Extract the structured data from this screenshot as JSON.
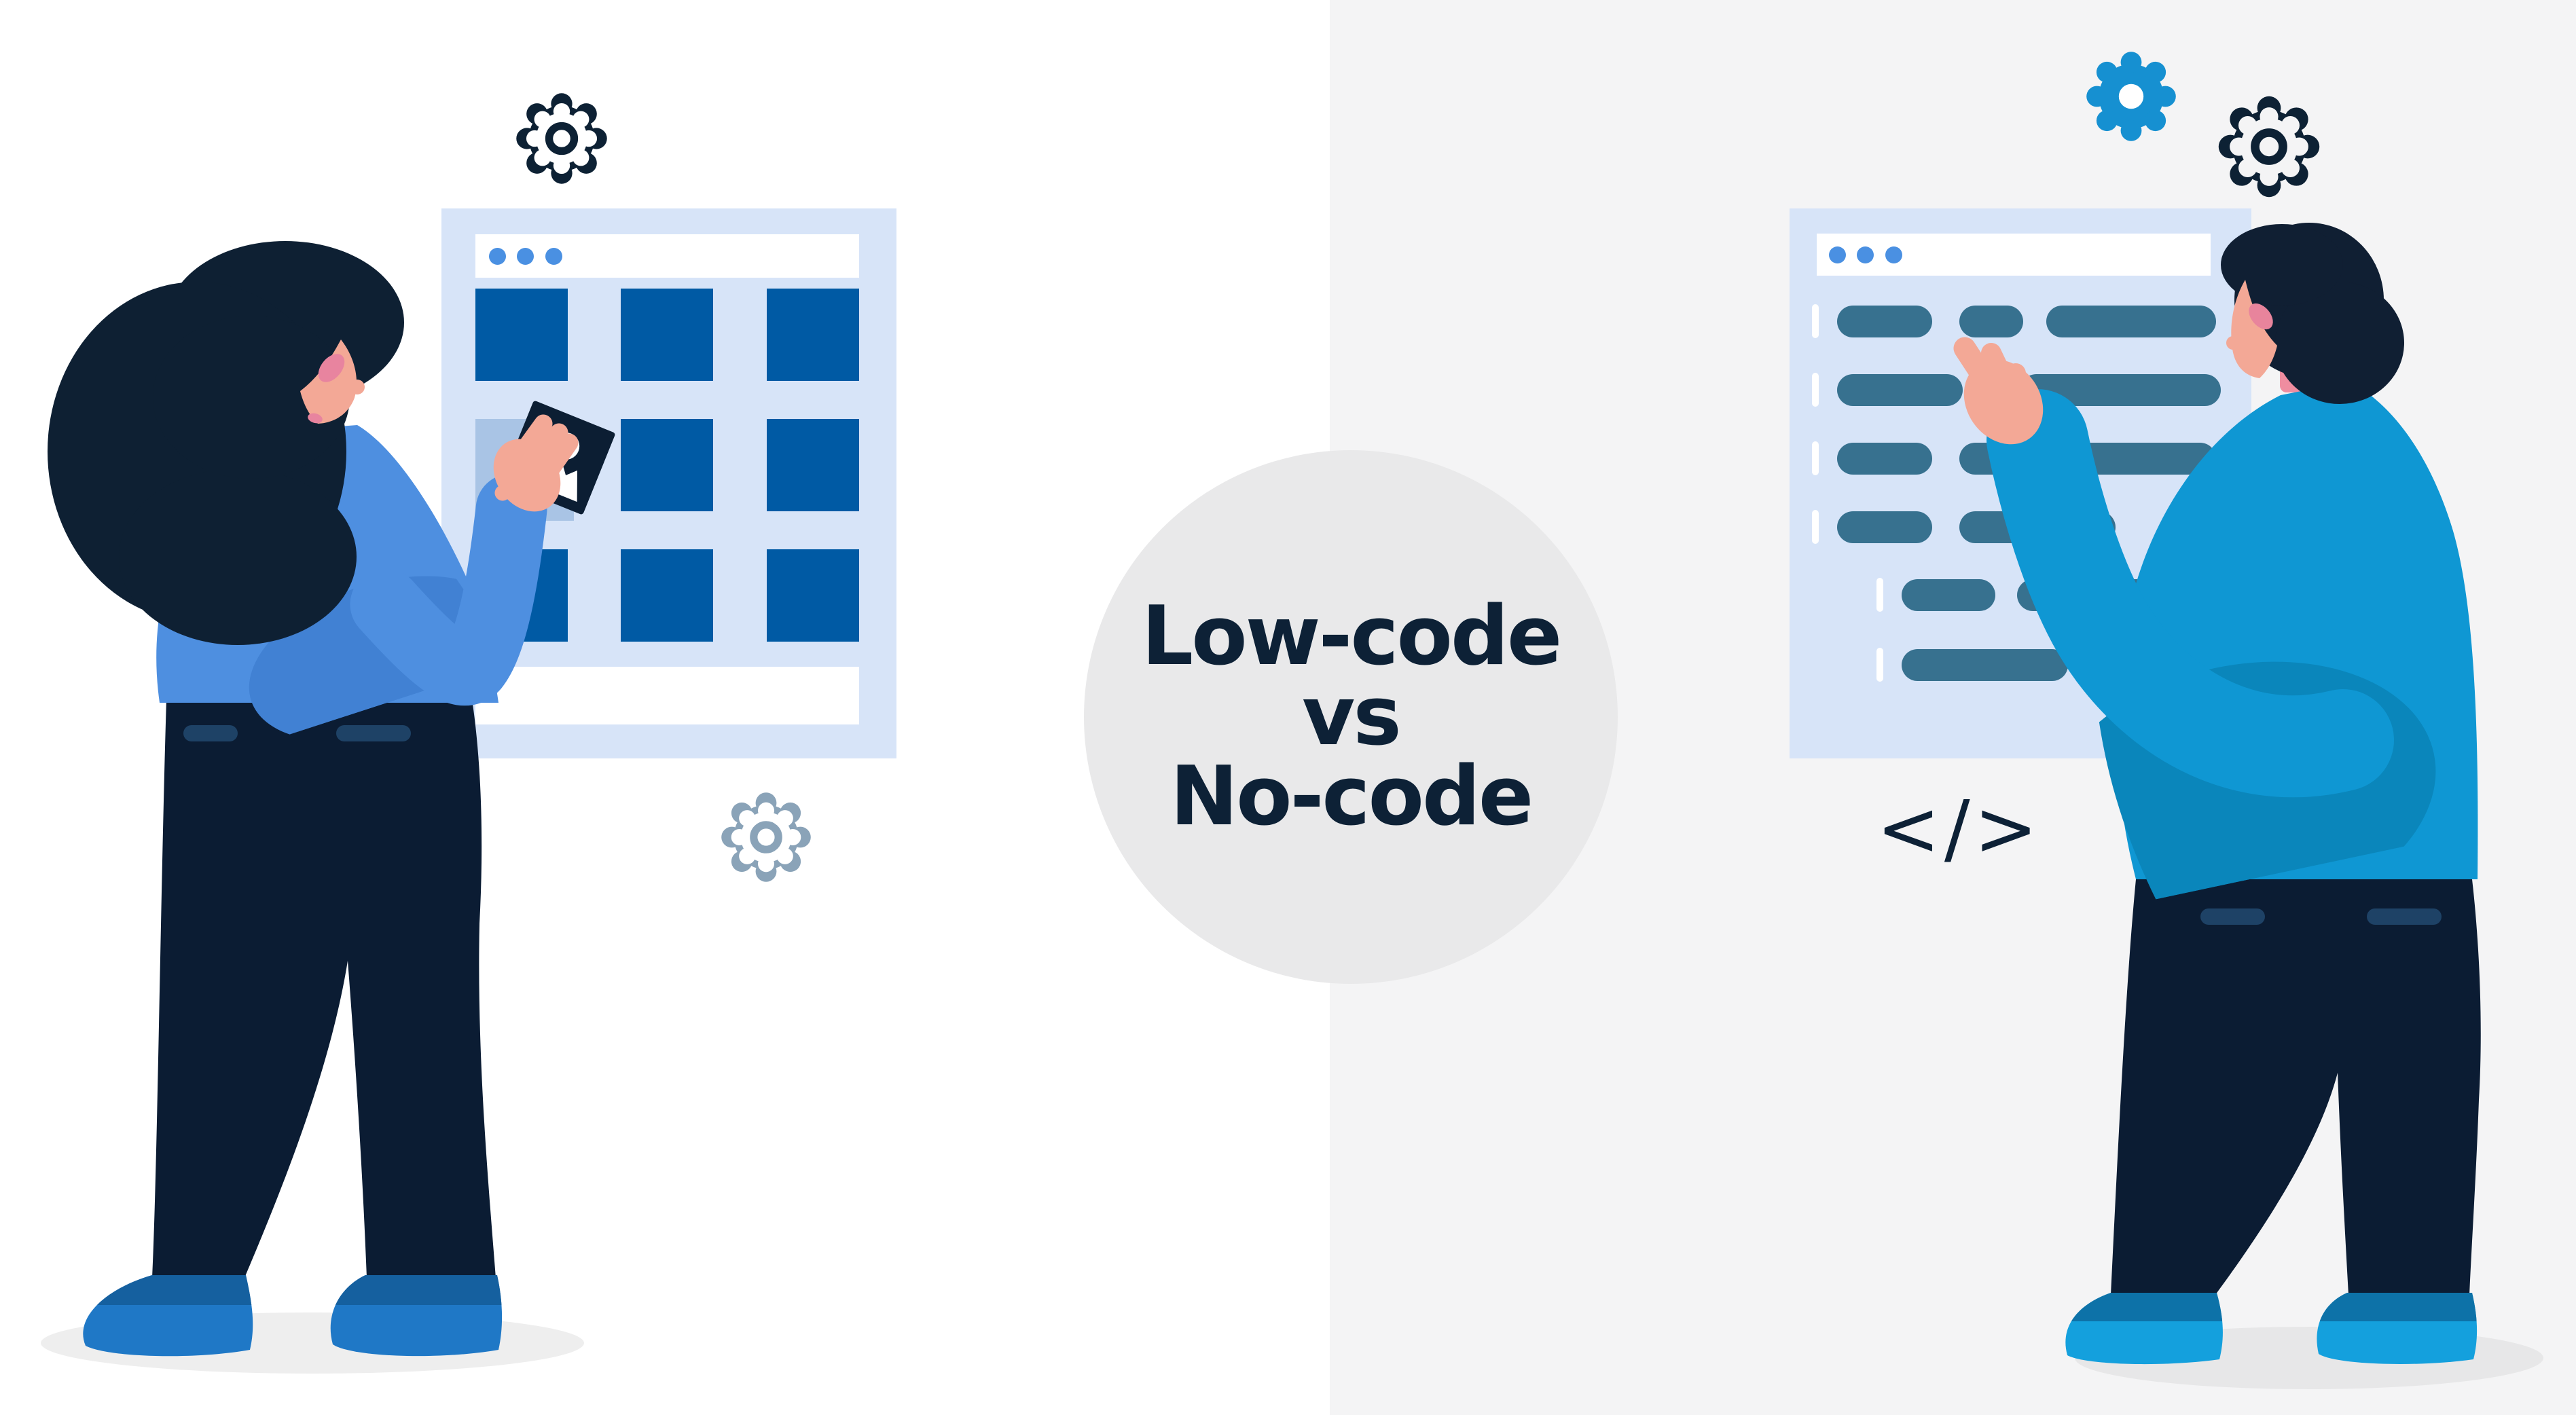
{
  "title": {
    "line1": "Low-code",
    "line2": "vs",
    "line3": "No-code"
  },
  "right_scene": {
    "code_tag": "</>"
  },
  "icons": [
    "gear-outline-icon",
    "gear-filled-icon",
    "window-dots-icon",
    "image-tile-icon",
    "code-tag-icon"
  ],
  "colors": {
    "left_background": "#ffffff",
    "right_background": "#f4f4f5",
    "divider_circle": "#e9e9ea",
    "heading_text": "#0d2136",
    "window_background": "#d7e4f8",
    "window_titlebar": "#ffffff",
    "window_dot": "#4a90e2",
    "grid_square": "#005aa4",
    "grid_square_highlight": "#a9c4e5",
    "code_pill": "#37718f",
    "gear_filled": "#1690d1",
    "gear_outline_dark": "#0d2134",
    "gear_outline_steel": "#8aa3b8",
    "woman_sweater": "#4e8fe0",
    "man_sweater": "#0f97d3",
    "pants": "#0b1c33",
    "skin": "#f3a896"
  }
}
